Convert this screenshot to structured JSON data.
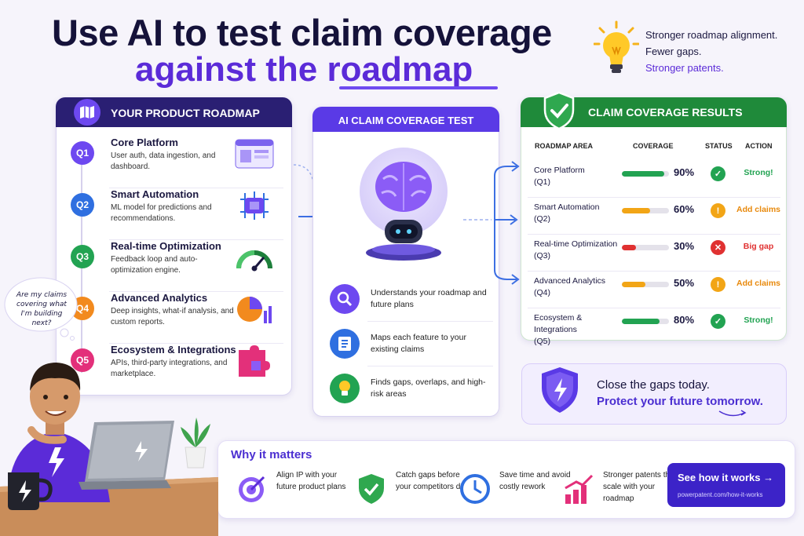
{
  "header": {
    "title_line1": "Use AI to test claim coverage",
    "title_line2": "against the roadmap",
    "taglines": [
      "Stronger roadmap alignment.",
      "Fewer gaps.",
      "Stronger patents."
    ]
  },
  "roadmap": {
    "heading": "YOUR PRODUCT ROADMAP",
    "items": [
      {
        "q": "Q1",
        "name": "Core Platform",
        "desc": "User auth, data ingestion, and dashboard.",
        "color": "#6d48f0",
        "icon": "dashboard-window-icon"
      },
      {
        "q": "Q2",
        "name": "Smart Automation",
        "desc": "ML model for predictions and recommendations.",
        "color": "#2f6fe0",
        "icon": "chip-brain-icon"
      },
      {
        "q": "Q3",
        "name": "Real-time Optimization",
        "desc": "Feedback loop and auto-optimization engine.",
        "color": "#22a352",
        "icon": "speedometer-icon"
      },
      {
        "q": "Q4",
        "name": "Advanced Analytics",
        "desc": "Deep insights, what-if analysis, and custom reports.",
        "color": "#f28a1e",
        "icon": "pie-chart-icon"
      },
      {
        "q": "Q5",
        "name": "Ecosystem & Integrations",
        "desc": "APIs, third-party integrations, and marketplace.",
        "color": "#e3307a",
        "icon": "puzzle-icon"
      }
    ]
  },
  "ai_test": {
    "heading": "AI CLAIM COVERAGE TEST",
    "steps": [
      {
        "text": "Understands your roadmap and future plans",
        "icon": "magnifier-icon",
        "color": "#6d48f0"
      },
      {
        "text": "Maps each feature to your existing claims",
        "icon": "checklist-icon",
        "color": "#2f6fe0"
      },
      {
        "text": "Finds gaps, overlaps, and high-risk areas",
        "icon": "lightbulb-icon",
        "color": "#22a352"
      }
    ]
  },
  "results": {
    "heading": "CLAIM COVERAGE RESULTS",
    "columns": {
      "area": "ROADMAP AREA",
      "coverage": "COVERAGE",
      "status": "STATUS",
      "action": "ACTION"
    },
    "rows": [
      {
        "name": "Core Platform",
        "quarter": "(Q1)",
        "coverage": 90,
        "pct": "90%",
        "status": "check",
        "status_glyph": "✓",
        "action": "Strong!",
        "color": "#22a352"
      },
      {
        "name": "Smart Automation",
        "quarter": "(Q2)",
        "coverage": 60,
        "pct": "60%",
        "status": "warning",
        "status_glyph": "!",
        "action": "Add claims",
        "color": "#f2a516"
      },
      {
        "name": "Real-time Optimization",
        "quarter": "(Q3)",
        "coverage": 30,
        "pct": "30%",
        "status": "error",
        "status_glyph": "✕",
        "action": "Big gap",
        "color": "#e03131"
      },
      {
        "name": "Advanced Analytics",
        "quarter": "(Q4)",
        "coverage": 50,
        "pct": "50%",
        "status": "warning",
        "status_glyph": "!",
        "action": "Add claims",
        "color": "#f2a516"
      },
      {
        "name": "Ecosystem & Integrations",
        "quarter": "(Q5)",
        "coverage": 80,
        "pct": "80%",
        "status": "check",
        "status_glyph": "✓",
        "action": "Strong!",
        "color": "#22a352"
      }
    ]
  },
  "cta": {
    "line1": "Close the gaps today.",
    "line2": "Protect your future tomorrow."
  },
  "why": {
    "heading": "Why it matters",
    "items": [
      {
        "text": "Align IP with your future product plans",
        "icon": "target-icon"
      },
      {
        "text": "Catch gaps before your competitors do",
        "icon": "shield-check-icon"
      },
      {
        "text": "Save time and avoid costly rework",
        "icon": "clock-icon"
      },
      {
        "text": "Stronger patents that scale with your roadmap",
        "icon": "growth-bars-icon"
      }
    ],
    "button_label": "See how it works →",
    "button_url": "powerpatent.com/how-it-works"
  },
  "bubble": {
    "text": "Are my claims covering what I'm building next?"
  }
}
